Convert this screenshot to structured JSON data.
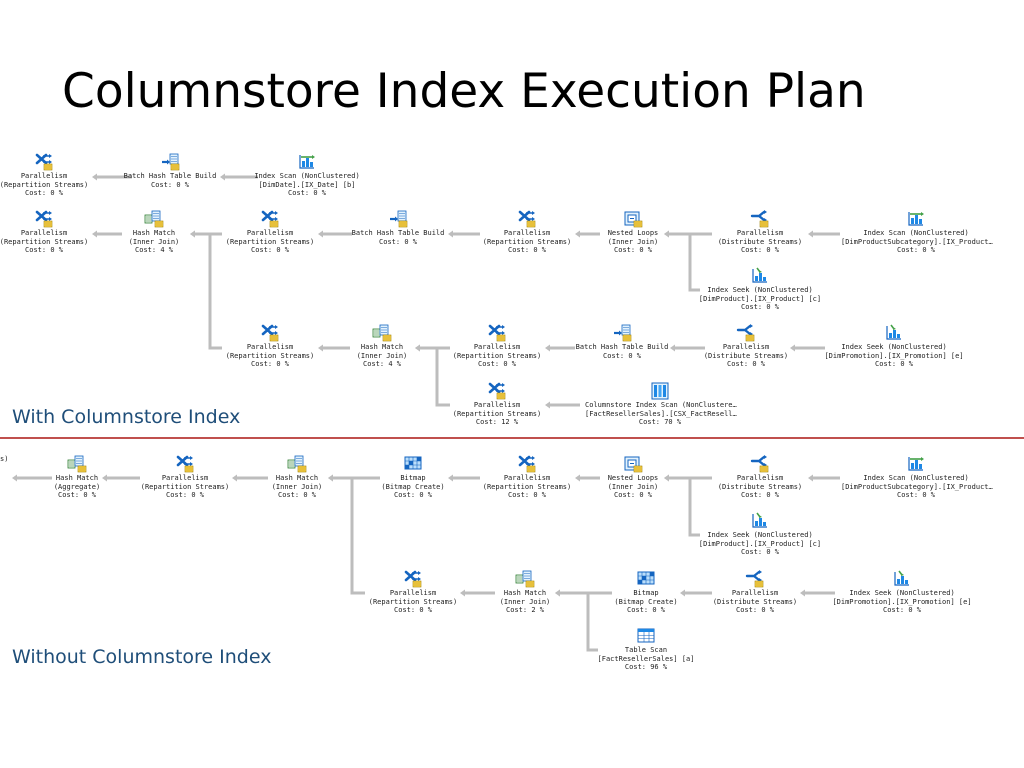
{
  "title": "Columnstore Index Execution Plan",
  "labels": {
    "with": "With Columnstore Index",
    "without": "Without Columnstore Index"
  },
  "colors": {
    "label": "#1f4e79",
    "divider": "#c0504d",
    "connector": "#bdbdbd"
  },
  "with_plan": {
    "nodes": [
      {
        "icon": "parallelism-icon",
        "lines": [
          "Parallelism",
          "(Repartition Streams)",
          "Cost: 0 %"
        ]
      },
      {
        "icon": "batch-hash-table-build-icon",
        "lines": [
          "Batch Hash Table Build",
          "Cost: 0 %"
        ]
      },
      {
        "icon": "index-scan-icon",
        "lines": [
          "Index Scan (NonClustered)",
          "[DimDate].[IX_Date] [b]",
          "Cost: 0 %"
        ]
      },
      {
        "icon": "parallelism-icon",
        "lines": [
          "Parallelism",
          "(Repartition Streams)",
          "Cost: 0 %"
        ]
      },
      {
        "icon": "hash-match-icon",
        "lines": [
          "Hash Match",
          "(Inner Join)",
          "Cost: 4 %"
        ]
      },
      {
        "icon": "parallelism-icon",
        "lines": [
          "Parallelism",
          "(Repartition Streams)",
          "Cost: 0 %"
        ]
      },
      {
        "icon": "batch-hash-table-build-icon",
        "lines": [
          "Batch Hash Table Build",
          "Cost: 0 %"
        ]
      },
      {
        "icon": "parallelism-icon",
        "lines": [
          "Parallelism",
          "(Repartition Streams)",
          "Cost: 0 %"
        ]
      },
      {
        "icon": "nested-loops-icon",
        "lines": [
          "Nested Loops",
          "(Inner Join)",
          "Cost: 0 %"
        ]
      },
      {
        "icon": "parallelism-distribute-icon",
        "lines": [
          "Parallelism",
          "(Distribute Streams)",
          "Cost: 0 %"
        ]
      },
      {
        "icon": "index-scan-icon",
        "lines": [
          "Index Scan (NonClustered)",
          "[DimProductSubcategory].[IX_Product…",
          "Cost: 0 %"
        ]
      },
      {
        "icon": "index-seek-icon",
        "lines": [
          "Index Seek (NonClustered)",
          "[DimProduct].[IX_Product] [c]",
          "Cost: 0 %"
        ]
      },
      {
        "icon": "parallelism-icon",
        "lines": [
          "Parallelism",
          "(Repartition Streams)",
          "Cost: 0 %"
        ]
      },
      {
        "icon": "hash-match-icon",
        "lines": [
          "Hash Match",
          "(Inner Join)",
          "Cost: 4 %"
        ]
      },
      {
        "icon": "parallelism-icon",
        "lines": [
          "Parallelism",
          "(Repartition Streams)",
          "Cost: 0 %"
        ]
      },
      {
        "icon": "batch-hash-table-build-icon",
        "lines": [
          "Batch Hash Table Build",
          "Cost: 0 %"
        ]
      },
      {
        "icon": "parallelism-distribute-icon",
        "lines": [
          "Parallelism",
          "(Distribute Streams)",
          "Cost: 0 %"
        ]
      },
      {
        "icon": "index-seek-icon",
        "lines": [
          "Index Seek (NonClustered)",
          "[DimPromotion].[IX_Promotion] [e]",
          "Cost: 0 %"
        ]
      },
      {
        "icon": "parallelism-icon",
        "lines": [
          "Parallelism",
          "(Repartition Streams)",
          "Cost: 12 %"
        ]
      },
      {
        "icon": "columnstore-index-scan-icon",
        "lines": [
          "Columnstore Index Scan (NonClustere…",
          "[FactResellerSales].[CSX_FactResell…",
          "Cost: 70 %"
        ]
      }
    ]
  },
  "without_plan": {
    "nodes": [
      {
        "icon": "",
        "lines": [
          "ams)"
        ]
      },
      {
        "icon": "hash-match-icon",
        "lines": [
          "Hash Match",
          "(Aggregate)",
          "Cost: 0 %"
        ]
      },
      {
        "icon": "parallelism-icon",
        "lines": [
          "Parallelism",
          "(Repartition Streams)",
          "Cost: 0 %"
        ]
      },
      {
        "icon": "hash-match-icon",
        "lines": [
          "Hash Match",
          "(Inner Join)",
          "Cost: 0 %"
        ]
      },
      {
        "icon": "bitmap-icon",
        "lines": [
          "Bitmap",
          "(Bitmap Create)",
          "Cost: 0 %"
        ]
      },
      {
        "icon": "parallelism-icon",
        "lines": [
          "Parallelism",
          "(Repartition Streams)",
          "Cost: 0 %"
        ]
      },
      {
        "icon": "nested-loops-icon",
        "lines": [
          "Nested Loops",
          "(Inner Join)",
          "Cost: 0 %"
        ]
      },
      {
        "icon": "parallelism-distribute-icon",
        "lines": [
          "Parallelism",
          "(Distribute Streams)",
          "Cost: 0 %"
        ]
      },
      {
        "icon": "index-scan-icon",
        "lines": [
          "Index Scan (NonClustered)",
          "[DimProductSubcategory].[IX_Product…",
          "Cost: 0 %"
        ]
      },
      {
        "icon": "index-seek-icon",
        "lines": [
          "Index Seek (NonClustered)",
          "[DimProduct].[IX_Product] [c]",
          "Cost: 0 %"
        ]
      },
      {
        "icon": "parallelism-icon",
        "lines": [
          "Parallelism",
          "(Repartition Streams)",
          "Cost: 0 %"
        ]
      },
      {
        "icon": "hash-match-icon",
        "lines": [
          "Hash Match",
          "(Inner Join)",
          "Cost: 2 %"
        ]
      },
      {
        "icon": "bitmap-icon",
        "lines": [
          "Bitmap",
          "(Bitmap Create)",
          "Cost: 0 %"
        ]
      },
      {
        "icon": "parallelism-distribute-icon",
        "lines": [
          "Parallelism",
          "(Distribute Streams)",
          "Cost: 0 %"
        ]
      },
      {
        "icon": "index-seek-icon",
        "lines": [
          "Index Seek (NonClustered)",
          "[DimPromotion].[IX_Promotion] [e]",
          "Cost: 0 %"
        ]
      },
      {
        "icon": "table-scan-icon",
        "lines": [
          "Table Scan",
          "[FactResellerSales] [a]",
          "Cost: 96 %"
        ]
      }
    ]
  }
}
